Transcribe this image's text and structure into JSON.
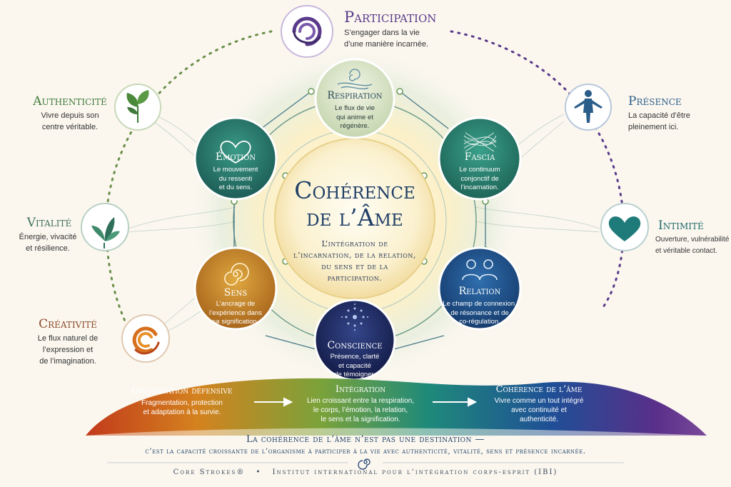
{
  "center": {
    "title_line1": "Cohérence",
    "title_line2": "de l’Âme",
    "subtitle_line1": "L’intégration de",
    "subtitle_line2": "l’incarnation, de la relation,",
    "subtitle_line3": "du sens et de la",
    "subtitle_line4": "participation."
  },
  "inner_nodes": {
    "respiration": {
      "title": "Respiration",
      "desc1": "Le flux de vie",
      "desc2": "qui anime et",
      "desc3": "régénère."
    },
    "emotion": {
      "title": "Émotion",
      "desc1": "Le mouvement",
      "desc2": "du ressenti",
      "desc3": "et du sens."
    },
    "fascia": {
      "title": "Fascia",
      "desc1": "Le continuum",
      "desc2": "conjonctif de",
      "desc3": "l’incarnation."
    },
    "sens": {
      "title": "Sens",
      "desc1": "L’ancrage de",
      "desc2": "l’expérience dans",
      "desc3": "sa signification."
    },
    "relation": {
      "title": "Relation",
      "desc1": "Le champ de connexion,",
      "desc2": "de résonance et de",
      "desc3": "co-régulation."
    },
    "conscience": {
      "title": "Conscience",
      "desc1": "Présence, clarté",
      "desc2": "et capacité",
      "desc3": "de témoigner."
    }
  },
  "outer": {
    "participation": {
      "title": "Participation",
      "desc1": "S’engager dans la vie",
      "desc2": "d’une manière incarnée."
    },
    "authenticite": {
      "title": "Authenticité",
      "desc1": "Vivre depuis son",
      "desc2": "centre véritable."
    },
    "presence": {
      "title": "Présence",
      "desc1": "La capacité d’être",
      "desc2": "pleinement ici."
    },
    "vitalite": {
      "title": "Vitalité",
      "desc1": "Énergie, vivacité",
      "desc2": "et résilience."
    },
    "intimite": {
      "title": "Intimité",
      "desc1": "Ouverture, vulnérabilité",
      "desc2": "et véritable contact."
    },
    "creativite": {
      "title": "Créativité",
      "desc1": "Le flux naturel de",
      "desc2": "l’expression et",
      "desc3": "de l’imagination."
    }
  },
  "band": {
    "left": {
      "title": "Organisation défensive",
      "desc1": "Fragmentation, protection",
      "desc2": "et adaptation à la survie."
    },
    "middle": {
      "title": "Intégration",
      "desc1": "Lien croissant entre la respiration,",
      "desc2": "le corps, l’émotion, la relation,",
      "desc3": "le sens et la signification."
    },
    "right": {
      "title": "Cohérence de l’âme",
      "desc1": "Vivre comme un tout intégré",
      "desc2": "avec continuité et",
      "desc3": "authenticité."
    }
  },
  "footer": {
    "quote_line1": "La cohérence de l’âme n’est pas une destination —",
    "quote_line2": "c’est la capacité croissante de l’organisme à participer à la vie avec authenticité, vitalité, sens et présence incarnée.",
    "brand": "Core Strokes®",
    "separator": "•",
    "institute": "Institut international pour l’intégration corps-esprit (IBI)"
  },
  "colors": {
    "respiration": "#d9e4c8",
    "emotion": "#2a7d72",
    "fascia": "#2f8a7c",
    "sens": "#c98a2a",
    "relation": "#1f4f86",
    "conscience": "#1f2d66",
    "participation": "#5a3a8a",
    "authenticite": "#3f7a3a",
    "presence": "#2b5d8a",
    "vitalite": "#3f6f5a",
    "intimite": "#1f6a6a",
    "creativite": "#8a4a2a",
    "title_main": "#1f3f66"
  },
  "icons": {
    "participation": "spiral-swirl-icon",
    "respiration": "breath-spiral-icon",
    "authenticite": "sprout-leaves-icon",
    "presence": "standing-person-icon",
    "emotion": "heart-outline-icon",
    "fascia": "fiber-mesh-icon",
    "vitalite": "leaves-icon",
    "intimite": "heart-icon",
    "sens": "spiral-icon",
    "relation": "two-people-icon",
    "creativite": "flame-swirl-icon",
    "conscience": "radiant-dots-icon",
    "footer": "spiral-logo-icon"
  }
}
